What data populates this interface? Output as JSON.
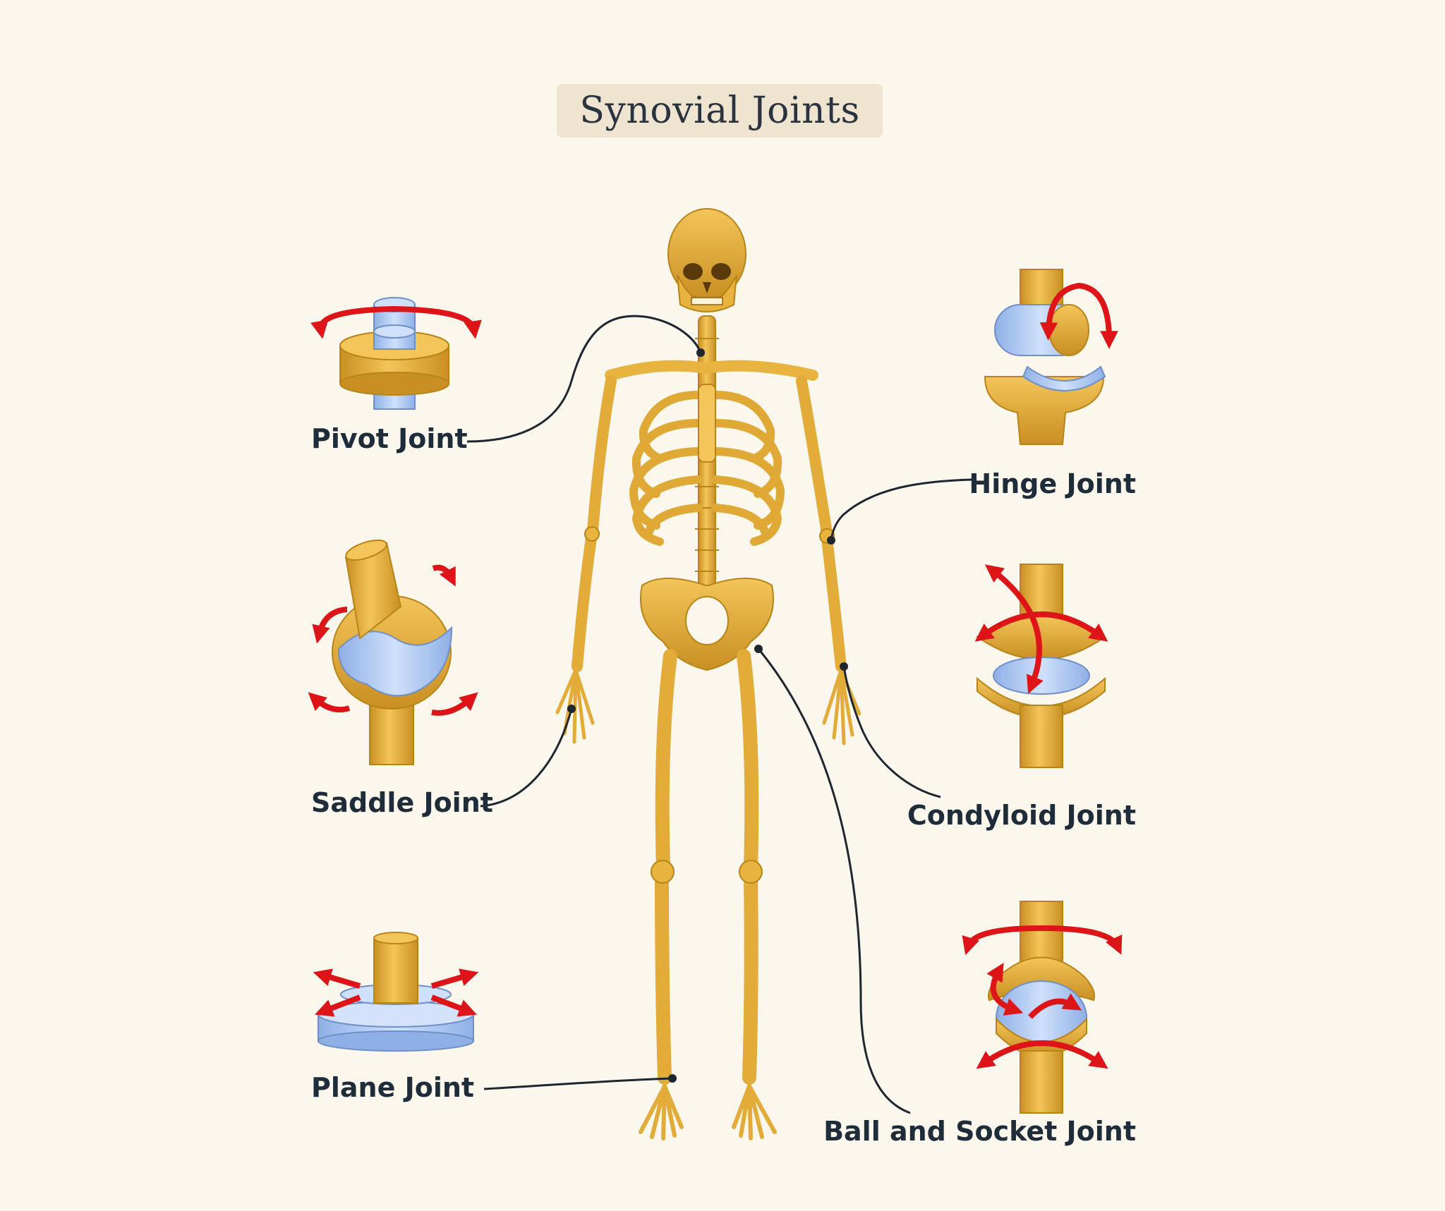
{
  "title": "Synovial Joints",
  "labels": {
    "pivot": "Pivot Joint",
    "saddle": "Saddle Joint",
    "plane": "Plane Joint",
    "hinge": "Hinge Joint",
    "condyloid": "Condyloid Joint",
    "ball_socket": "Ball and Socket Joint"
  },
  "colors": {
    "background": "#fcf7ec",
    "bone": "#e9b340",
    "cartilage": "#a9c4f0",
    "arrow": "#dd1418",
    "leader_line": "#1e2630",
    "text": "#1f2d3a"
  }
}
